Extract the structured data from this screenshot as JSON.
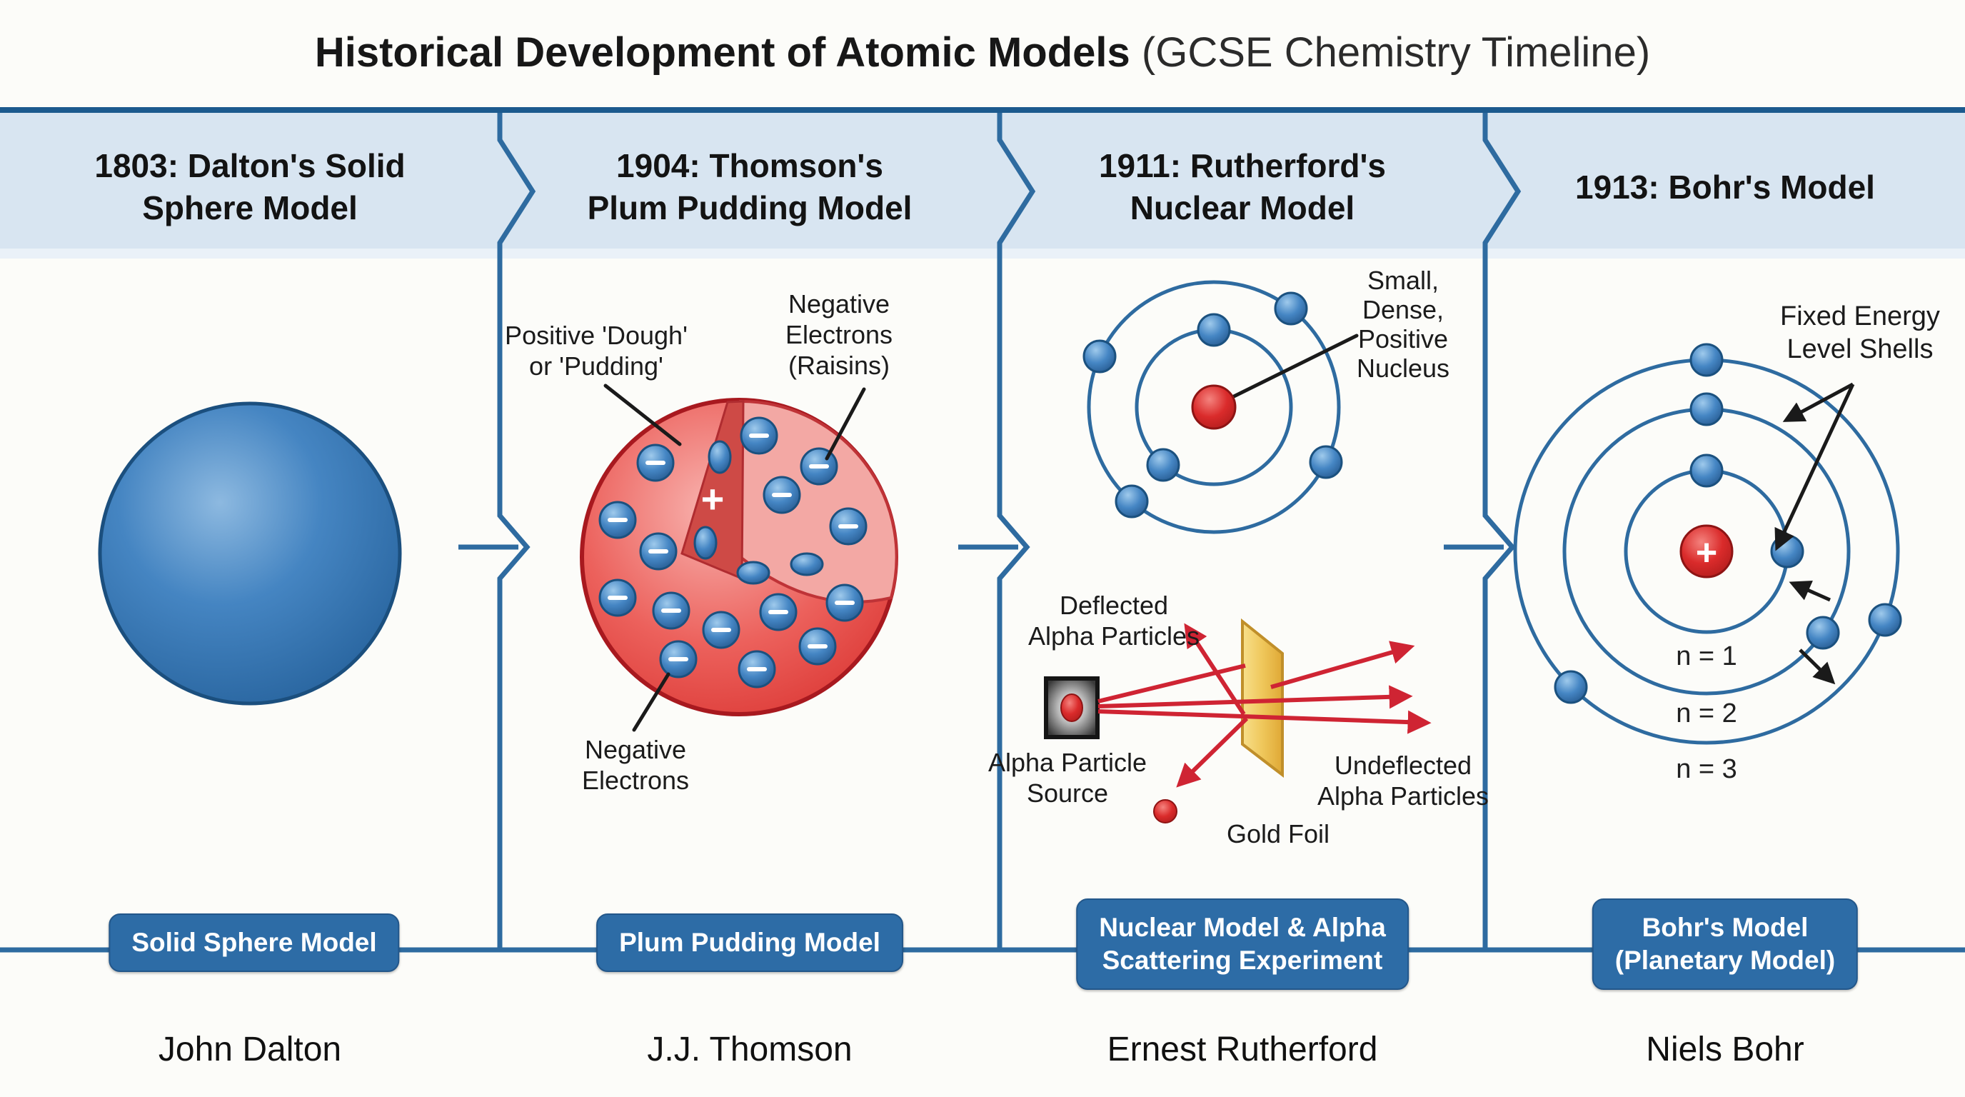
{
  "title": {
    "main": "Historical Development of Atomic Models",
    "suffix": " (GCSE Chemistry Timeline)"
  },
  "panels": [
    {
      "header1": "1803: Dalton's Solid",
      "header2": "Sphere Model",
      "button1": "Solid Sphere Model",
      "button2": "",
      "scientist": "John Dalton"
    },
    {
      "header1": "1904: Thomson's",
      "header2": "Plum Pudding Model",
      "button1": "Plum Pudding Model",
      "button2": "",
      "scientist": "J.J. Thomson"
    },
    {
      "header1": "1911: Rutherford's",
      "header2": "Nuclear Model",
      "button1": "Nuclear Model & Alpha",
      "button2": "Scattering Experiment",
      "scientist": "Ernest Rutherford"
    },
    {
      "header1": "1913: Bohr's Model",
      "header2": "",
      "button1": "Bohr's Model",
      "button2": "(Planetary Model)",
      "scientist": "Niels Bohr"
    }
  ],
  "thomson": {
    "dough1": "Positive 'Dough'",
    "dough2": "or 'Pudding'",
    "raisins1": "Negative",
    "raisins2": "Electrons",
    "raisins3": "(Raisins)",
    "neg1": "Negative",
    "neg2": "Electrons",
    "plus": "+"
  },
  "rutherford": {
    "nucleus1": "Small,",
    "nucleus2": "Dense,",
    "nucleus3": "Positive",
    "nucleus4": "Nucleus",
    "deflected1": "Deflected",
    "deflected2": "Alpha Particles",
    "source1": "Alpha Particle",
    "source2": "Source",
    "undeflected1": "Undeflected",
    "undeflected2": "Alpha Particles",
    "goldfoil": "Gold Foil"
  },
  "bohr": {
    "shells1": "Fixed Energy",
    "shells2": "Level Shells",
    "n1": "n = 1",
    "n2": "n = 2",
    "n3": "n = 3",
    "plus": "+"
  },
  "colors": {
    "accent_blue": "#2e6ba0",
    "band_fill": "#d8e5f1",
    "band_border": "#1c5a8e",
    "button_blue": "#2d6ca6",
    "arrow_red": "#cf2433",
    "gold_foil": "#e9bc4a",
    "sphere_blue": "#3e7fc0",
    "sphere_red": "#e04340",
    "electron_blue": "#3b7fc4"
  }
}
